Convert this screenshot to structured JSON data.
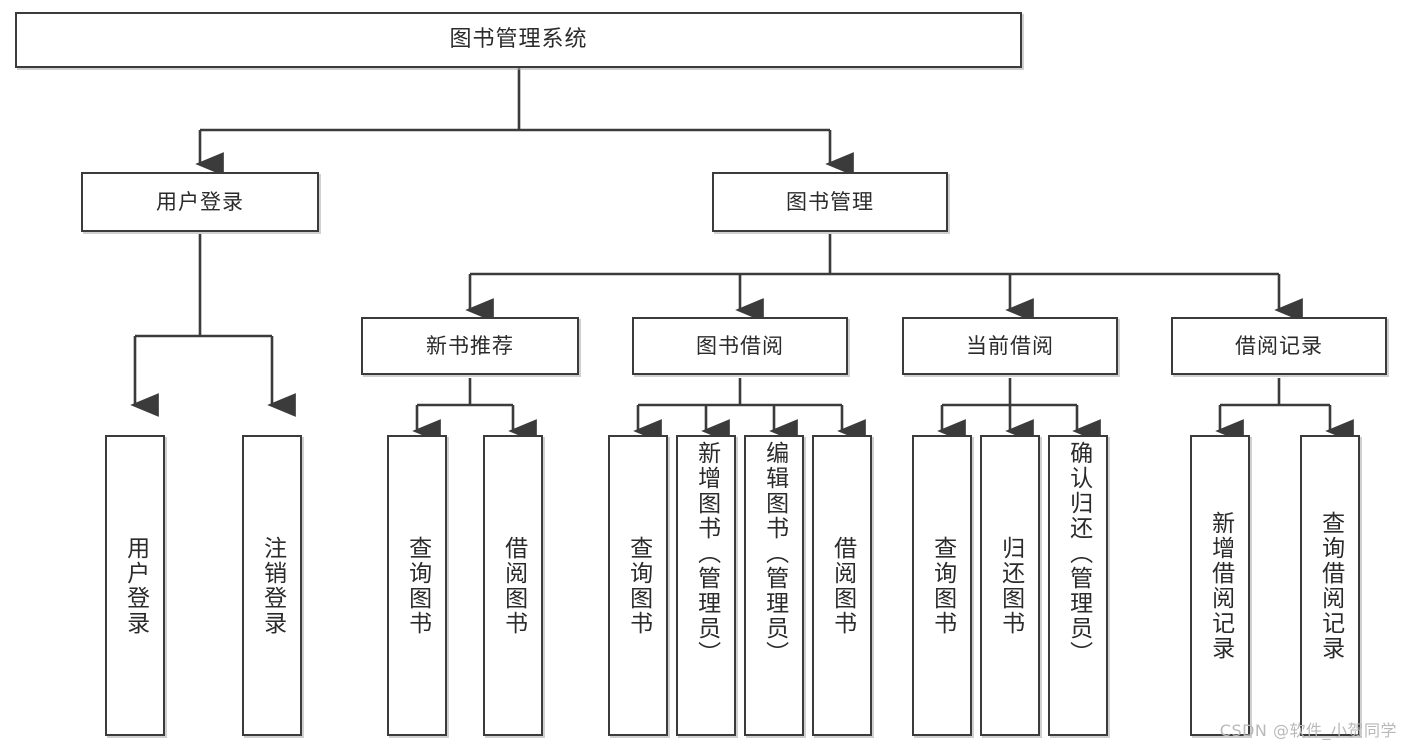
{
  "diagram": {
    "title": "图书管理系统",
    "type": "tree-hierarchy",
    "watermark": "CSDN @软件_小贺同学"
  },
  "root": {
    "label": "图书管理系统"
  },
  "level2": [
    {
      "label": "用户登录"
    },
    {
      "label": "图书管理"
    }
  ],
  "level3": [
    {
      "label": "新书推荐"
    },
    {
      "label": "图书借阅"
    },
    {
      "label": "当前借阅"
    },
    {
      "label": "借阅记录"
    }
  ],
  "leaves": {
    "user_login": [
      {
        "label": "用户登录"
      },
      {
        "label": "注销登录"
      }
    ],
    "new_book_recommend": [
      {
        "label": "查询图书"
      },
      {
        "label": "借阅图书"
      }
    ],
    "book_borrow": [
      {
        "label": "查询图书"
      },
      {
        "label": "新增图书（管理员）"
      },
      {
        "label": "编辑图书（管理员）"
      },
      {
        "label": "借阅图书"
      }
    ],
    "current_borrow": [
      {
        "label": "查询图书"
      },
      {
        "label": "归还图书"
      },
      {
        "label": "确认归还（管理员）"
      }
    ],
    "borrow_records": [
      {
        "label": "新增借阅记录"
      },
      {
        "label": "查询借阅记录"
      }
    ]
  },
  "colors": {
    "border": "#3b3b3b",
    "text": "#2b2b2b",
    "background": "#ffffff",
    "watermark": "#b9b9b9"
  }
}
